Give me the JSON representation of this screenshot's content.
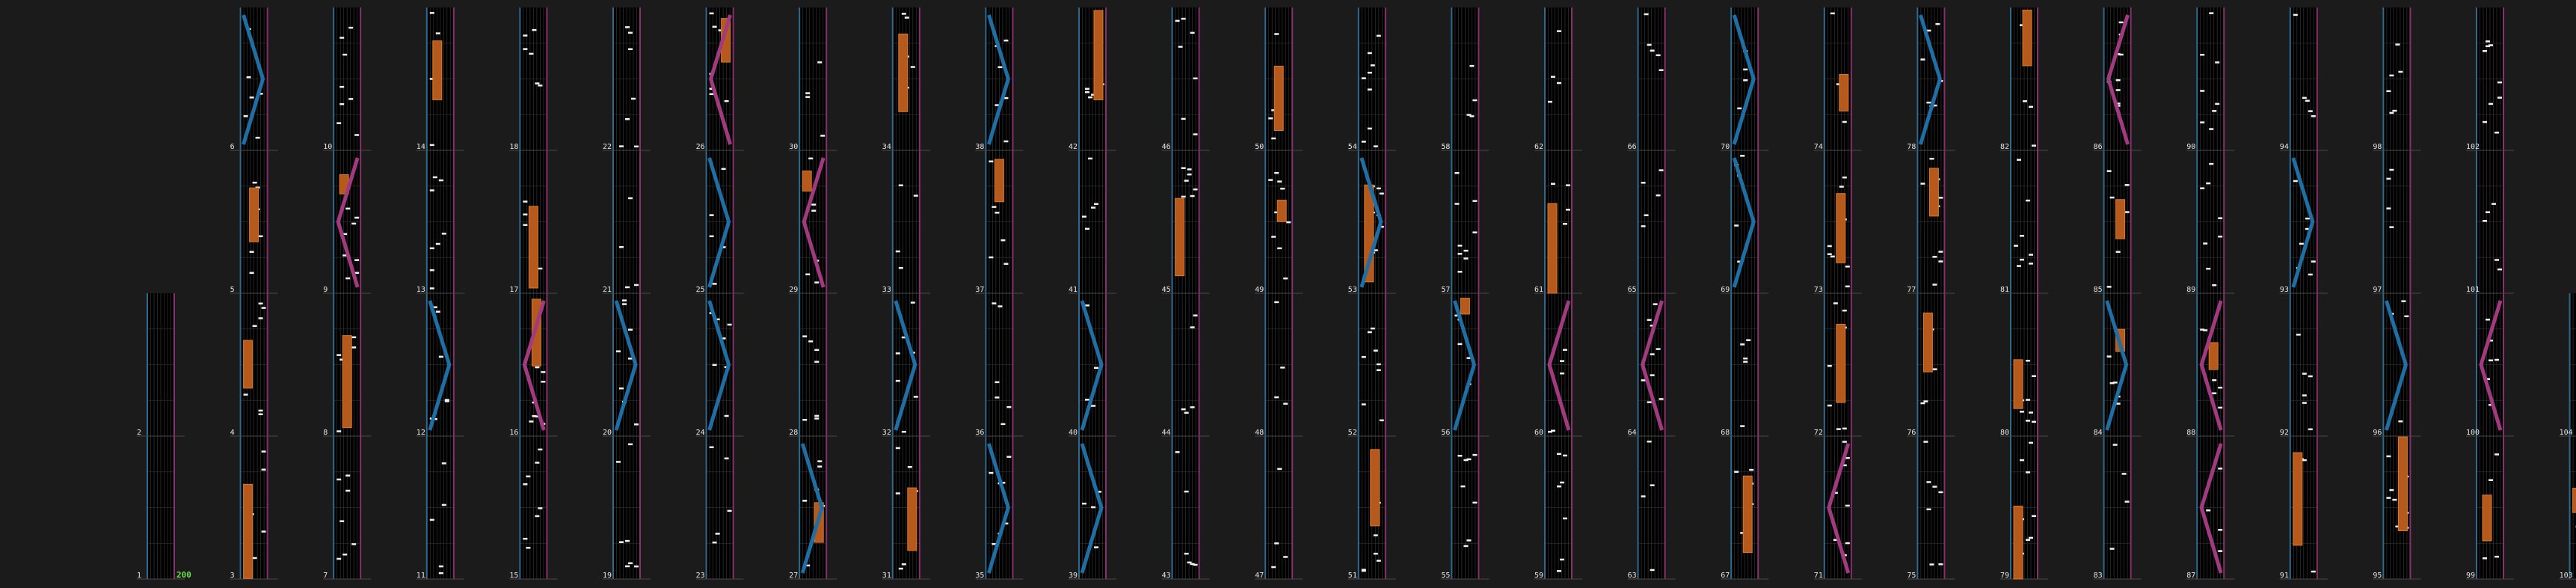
{
  "chart": {
    "first_measure": 1,
    "last_measure": 104,
    "start_bpm": "200"
  },
  "palette": {
    "background": "#1b1b1b",
    "lane": "#000000",
    "grid": "#2e2e2e",
    "lane_border_left": "#2d6a8e",
    "lane_border_right": "#8a2f6e",
    "note": "#f2f2f2",
    "freeze": "#b55a1c",
    "freeze_edge": "#d9792c",
    "scratch_left": "#1f6fa4",
    "scratch_right": "#a13a7f",
    "label": "#e6e6e6",
    "bpm_text": "#6ee041"
  },
  "icons": {
    "note": "white-note-icon",
    "freeze": "orange-freeze-bar-icon",
    "scratch_left": "blue-scratch-line-icon",
    "scratch_right": "magenta-scratch-line-icon"
  }
}
